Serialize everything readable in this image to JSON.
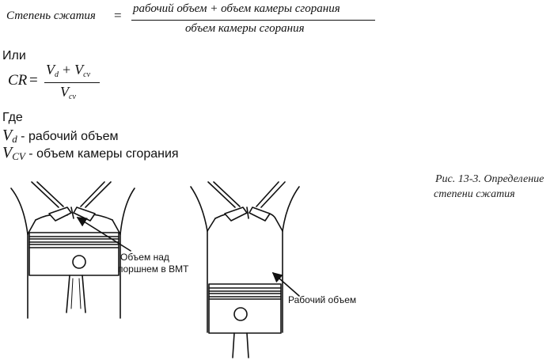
{
  "formula_words": {
    "lhs": "Степень сжатия",
    "equals": "=",
    "numerator": "рабочий объем + объем камеры сгорания",
    "denominator": "объем камеры сгорания"
  },
  "or_label": "Или",
  "formula_symbols": {
    "lhs": "CR",
    "equals": "=",
    "num_v1": "V",
    "num_v1_sub": "d",
    "plus": "+",
    "num_v2": "V",
    "num_v2_sub": "cv",
    "den_v": "V",
    "den_v_sub": "cv"
  },
  "where_label": "Где",
  "definitions": [
    {
      "symbol": "V",
      "sub": "d",
      "text": " - рабочий объем"
    },
    {
      "symbol": "V",
      "sub": "CV",
      "text": " - объем камеры сгорания"
    }
  ],
  "caption": {
    "line1": "Рис. 13-3. Определение",
    "line2": "степени сжатия"
  },
  "diagram_labels": {
    "tdc_line1": "Объем над",
    "tdc_line2": "поршнем в ВМТ",
    "working_volume": "Рабочий объем"
  }
}
